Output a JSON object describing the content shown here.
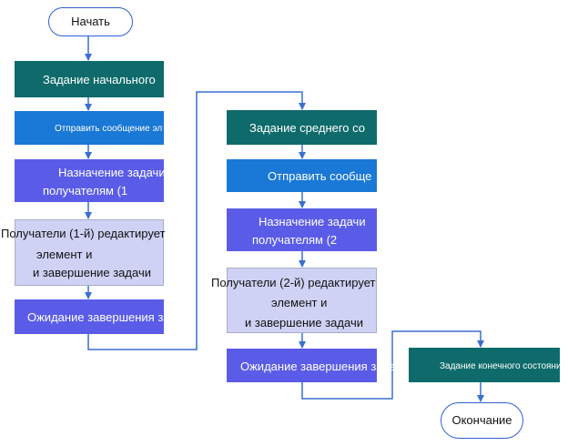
{
  "diagram": {
    "nodes": {
      "start": {
        "label": "Начать"
      },
      "initial_state_task": {
        "label": "Задание начального"
      },
      "send_message_1": {
        "label": "Отправить сообщение эл"
      },
      "assign_task_1": {
        "line1": "Назначение задачи",
        "line2": "получателям (1"
      },
      "recipients_edit_1": {
        "line1": "Получатели (1-й) редактирует",
        "line2": "элемент и",
        "line3": "и завершение задачи"
      },
      "wait_1": {
        "label": "Ожидание завершения задачи"
      },
      "middle_state_task": {
        "label": "Задание среднего со"
      },
      "send_message_2": {
        "label": "Отправить сообще"
      },
      "assign_task_2": {
        "line1": "Назначение задачи",
        "line2": "получателям (2"
      },
      "recipients_edit_2": {
        "line1": "Получатели (2-й) редактирует",
        "line2": "элемент и",
        "line3": "и завершение задачи"
      },
      "wait_2": {
        "label": "Ожидание завершения задачи"
      },
      "final_state_task": {
        "label": "Задание конечного состояния"
      },
      "end": {
        "label": "Окончание"
      }
    },
    "colors": {
      "connector": "#3a6fcf",
      "teal": "#0f6b6b",
      "blue": "#1a78d6",
      "indigo": "#5a5ce8",
      "pale": "#cfd2f5"
    }
  }
}
